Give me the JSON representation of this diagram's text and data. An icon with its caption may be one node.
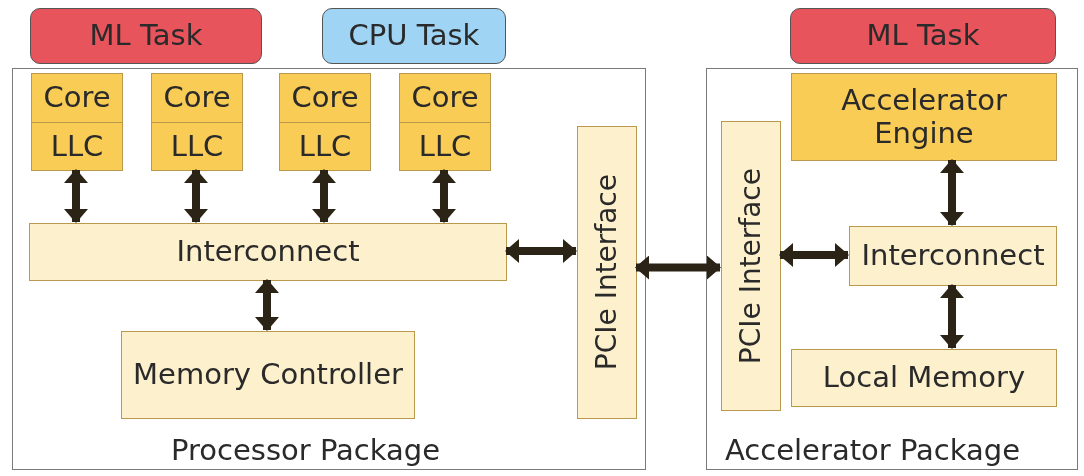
{
  "diagram": {
    "nodes": [
      {
        "text": [
          "ML Task"
        ]
      },
      {
        "text": [
          "CPU Task"
        ]
      },
      {
        "text": [
          "ML Task"
        ]
      },
      {
        "text": [
          "Processor Package"
        ]
      },
      {
        "text": [
          "Core",
          "LLC"
        ],
        "in": 3
      },
      {
        "text": [
          "Core",
          "LLC"
        ],
        "in": 3
      },
      {
        "text": [
          "Core",
          "LLC"
        ],
        "in": 3
      },
      {
        "text": [
          "Core",
          "LLC"
        ],
        "in": 3
      },
      {
        "text": [
          "Interconnect"
        ],
        "in": 3
      },
      {
        "text": [
          "Memory Controller"
        ],
        "in": 3
      },
      {
        "text": [
          "PCIe Interface"
        ],
        "in": 3
      },
      {
        "text": [
          "Accelerator Package"
        ]
      },
      {
        "text": [
          "PCIe Interface"
        ],
        "in": 11
      },
      {
        "text": [
          "Accelerator Engine"
        ],
        "in": 11
      },
      {
        "text": [
          "Interconnect"
        ],
        "in": 11
      },
      {
        "text": [
          "Local Memory"
        ],
        "in": 11
      }
    ],
    "edges": [
      {
        "from": 4,
        "to": 8,
        "arrow": "both"
      },
      {
        "from": 5,
        "to": 8,
        "arrow": "both"
      },
      {
        "from": 6,
        "to": 8,
        "arrow": "both"
      },
      {
        "from": 7,
        "to": 8,
        "arrow": "both"
      },
      {
        "from": 8,
        "to": 9,
        "arrow": "both"
      },
      {
        "from": 8,
        "to": 10,
        "arrow": "both"
      },
      {
        "from": 10,
        "to": 12,
        "arrow": "both"
      },
      {
        "from": 12,
        "to": 14,
        "arrow": "both"
      },
      {
        "from": 13,
        "to": 14,
        "arrow": "both"
      },
      {
        "from": 14,
        "to": 15,
        "arrow": "both"
      }
    ]
  }
}
